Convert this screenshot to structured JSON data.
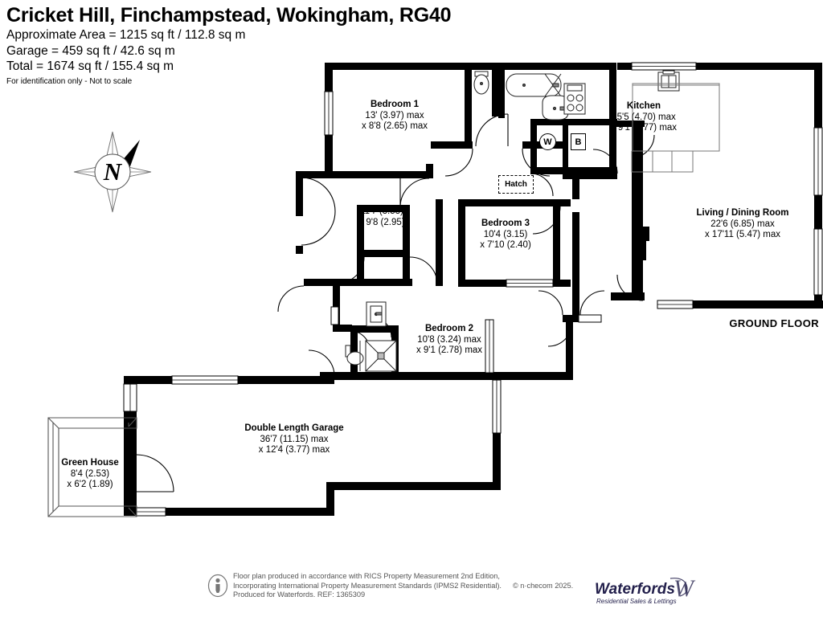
{
  "header": {
    "title": "Cricket Hill, Finchampstead, Wokingham, RG40",
    "area_line_1": "Approximate Area = 1215 sq ft / 112.8 sq m",
    "area_line_2": "Garage = 459 sq ft / 42.6 sq m",
    "area_line_3": "Total = 1674 sq ft / 155.4 sq m",
    "disclaimer": "For identification only - Not to scale"
  },
  "compass": {
    "label": "N",
    "icon": "compass-rose-icon"
  },
  "floor_label": "GROUND FLOOR",
  "rooms": [
    {
      "id": "bedroom-1",
      "name": "Bedroom 1",
      "dim_1": "13' (3.97) max",
      "dim_2": "x 8'8 (2.65) max"
    },
    {
      "id": "kitchen",
      "name": "Kitchen",
      "dim_1": "15'5 (4.70) max",
      "dim_2": "x 9'1 (2.77) max"
    },
    {
      "id": "living-dining-room",
      "name": "Living / Dining Room",
      "dim_1": "22'6 (6.85) max",
      "dim_2": "x 17'11 (5.47) max"
    },
    {
      "id": "hallway",
      "name": "",
      "dim_1": "11'7 (3.53)",
      "dim_2": "x 9'8 (2.95)"
    },
    {
      "id": "bedroom-3",
      "name": "Bedroom 3",
      "dim_1": "10'4 (3.15)",
      "dim_2": "x 7'10 (2.40)"
    },
    {
      "id": "bedroom-2",
      "name": "Bedroom 2",
      "dim_1": "10'8 (3.24) max",
      "dim_2": "x 9'1 (2.78) max"
    },
    {
      "id": "double-length-garage",
      "name": "Double Length Garage",
      "dim_1": "36'7 (11.15) max",
      "dim_2": "x 12'4 (3.77) max"
    },
    {
      "id": "green-house",
      "name": "Green House",
      "dim_1": "8'4 (2.53)",
      "dim_2": "x 6'2 (1.89)"
    }
  ],
  "tags": {
    "hatch": "Hatch",
    "washing_machine": "W",
    "boiler": "B"
  },
  "footer": {
    "info_icon": "information-icon",
    "line_1": "Floor plan produced in accordance with RICS Property Measurement 2nd Edition,",
    "line_2": "Incorporating International Property Measurement Standards (IPMS2 Residential).",
    "copyright": "© n·checom 2025.",
    "line_3": "Produced for Waterfords.   REF: 1365309"
  },
  "logo": {
    "name": "Waterfords",
    "tagline": "Residential Sales & Lettings",
    "color": "#221f4b"
  }
}
